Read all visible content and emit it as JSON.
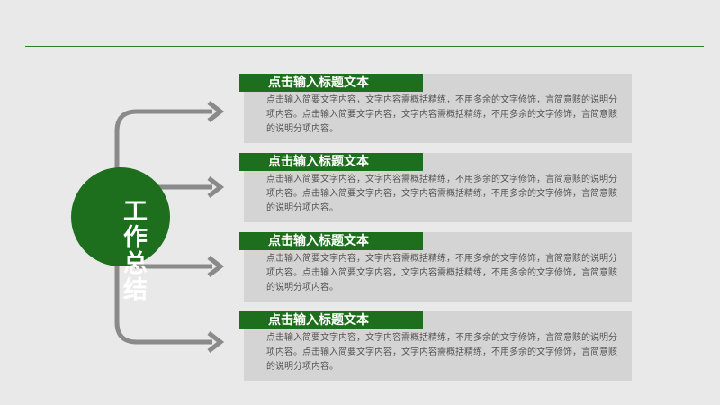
{
  "center": {
    "title": "工作总结"
  },
  "items": [
    {
      "title": "点击输入标题文本",
      "body": "点击输入简要文字内容，文字内容需概括精练，不用多余的文字修饰，言简意赅的说明分项内容。点击输入简要文字内容，文字内容需概括精练，不用多余的文字修饰，言简意赅的说明分项内容。"
    },
    {
      "title": "点击输入标题文本",
      "body": "点击输入简要文字内容，文字内容需概括精练，不用多余的文字修饰，言简意赅的说明分项内容。点击输入简要文字内容，文字内容需概括精练，不用多余的文字修饰，言简意赅的说明分项内容。"
    },
    {
      "title": "点击输入标题文本",
      "body": "点击输入简要文字内容，文字内容需概括精练，不用多余的文字修饰，言简意赅的说明分项内容。点击输入简要文字内容，文字内容需概括精练，不用多余的文字修饰，言简意赅的说明分项内容。"
    },
    {
      "title": "点击输入标题文本",
      "body": "点击输入简要文字内容，文字内容需概括精练，不用多余的文字修饰，言简意赅的说明分项内容。点击输入简要文字内容，文字内容需概括精练，不用多余的文字修饰，言简意赅的说明分项内容。"
    }
  ],
  "colors": {
    "accent": "#1d6e1d",
    "connector": "#8a8a8a",
    "card_bg": "#d4d4d4",
    "background": "#e9e9e9"
  }
}
